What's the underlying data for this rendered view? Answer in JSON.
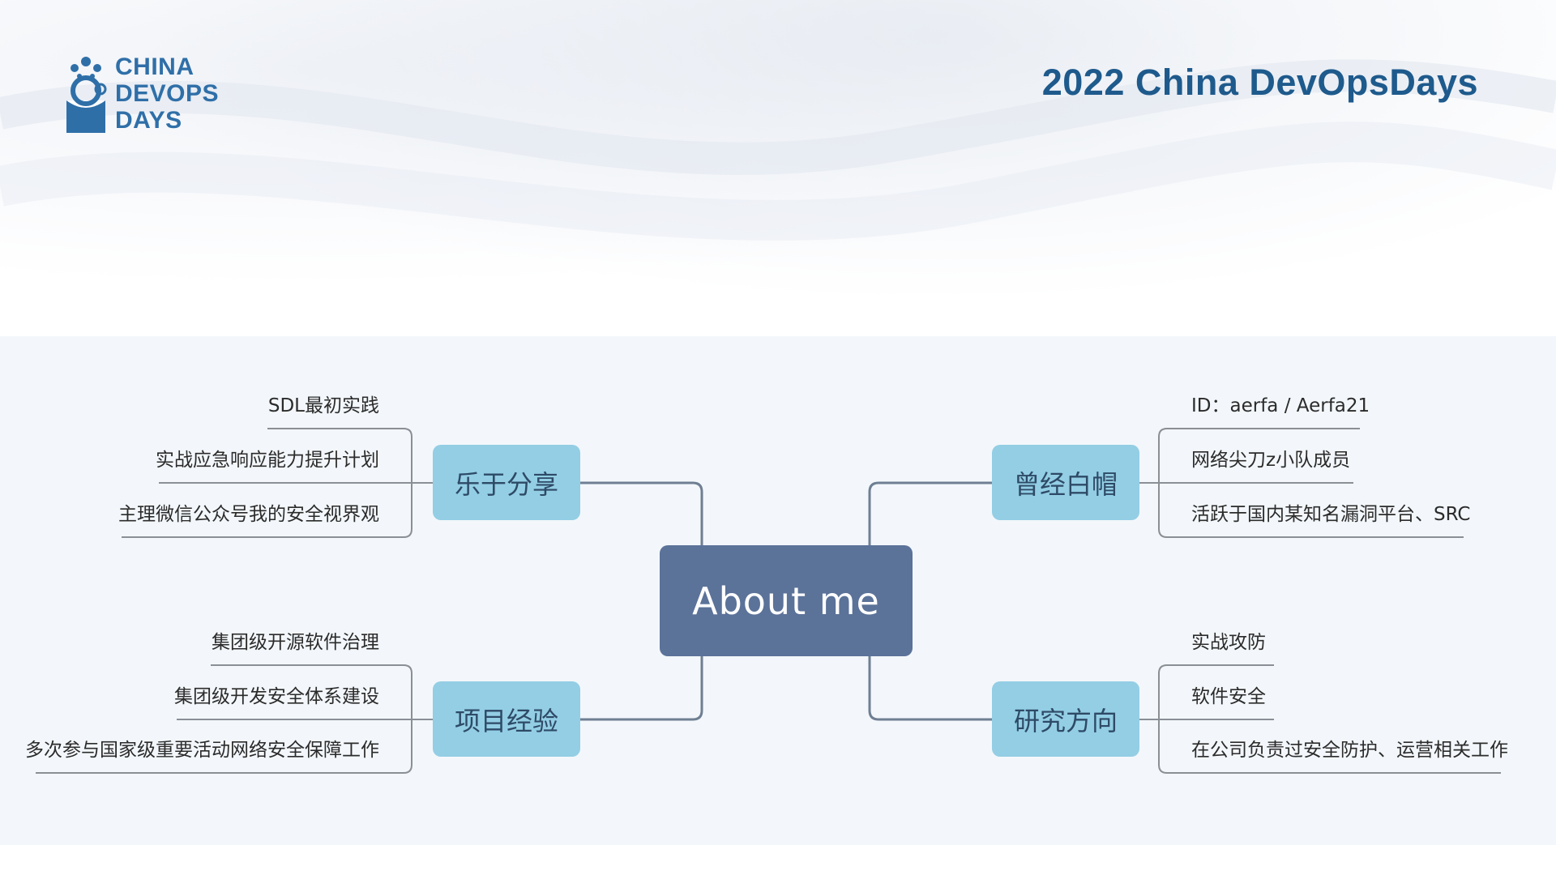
{
  "header": {
    "logo_lines": [
      "CHINA",
      "DEVOPS",
      "DAYS"
    ],
    "event_title": "2022 China DevOpsDays"
  },
  "mindmap": {
    "center": "About  me",
    "topics": {
      "top_left": {
        "label": "乐于分享",
        "items": [
          "SDL最初实践",
          "实战应急响应能力提升计划",
          "主理微信公众号我的安全视界观"
        ]
      },
      "bottom_left": {
        "label": "项目经验",
        "items": [
          "集团级开源软件治理",
          "集团级开发安全体系建设",
          "多次参与国家级重要活动网络安全保障工作"
        ]
      },
      "top_right": {
        "label": "曾经白帽",
        "items": [
          "ID：aerfa / Aerfa21",
          "网络尖刀z小队成员",
          "活跃于国内某知名漏洞平台、SRC"
        ]
      },
      "bottom_right": {
        "label": "研究方向",
        "items": [
          "实战攻防",
          "软件安全",
          "在公司负责过安全防护、运营相关工作"
        ]
      }
    }
  },
  "colors": {
    "brand_blue": "#1e5a8c",
    "center_node": "#5b7299",
    "topic_node": "#93cee5",
    "connector": "#6f7f93",
    "panel_bg": "#f3f7fb"
  }
}
